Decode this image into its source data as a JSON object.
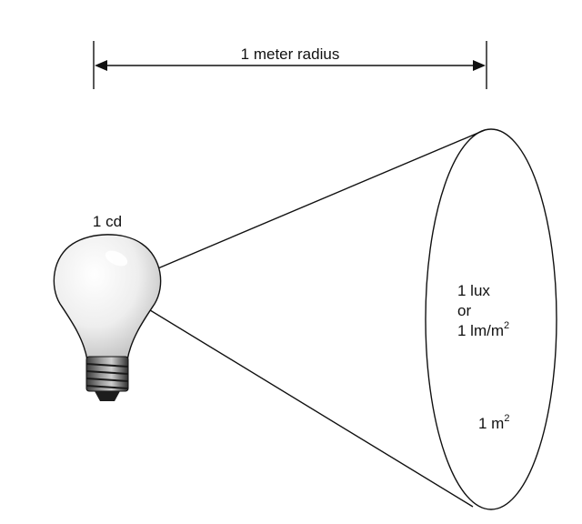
{
  "diagram": {
    "radius_label": "1 meter radius",
    "source_label": "1 cd",
    "illuminance": {
      "line1": "1 lux",
      "line2": "or",
      "line3_base": "1 lm/m",
      "line3_sup": "2"
    },
    "area": {
      "base": "1 m",
      "sup": "2"
    },
    "icons": {
      "source": "light-bulb-icon"
    }
  }
}
